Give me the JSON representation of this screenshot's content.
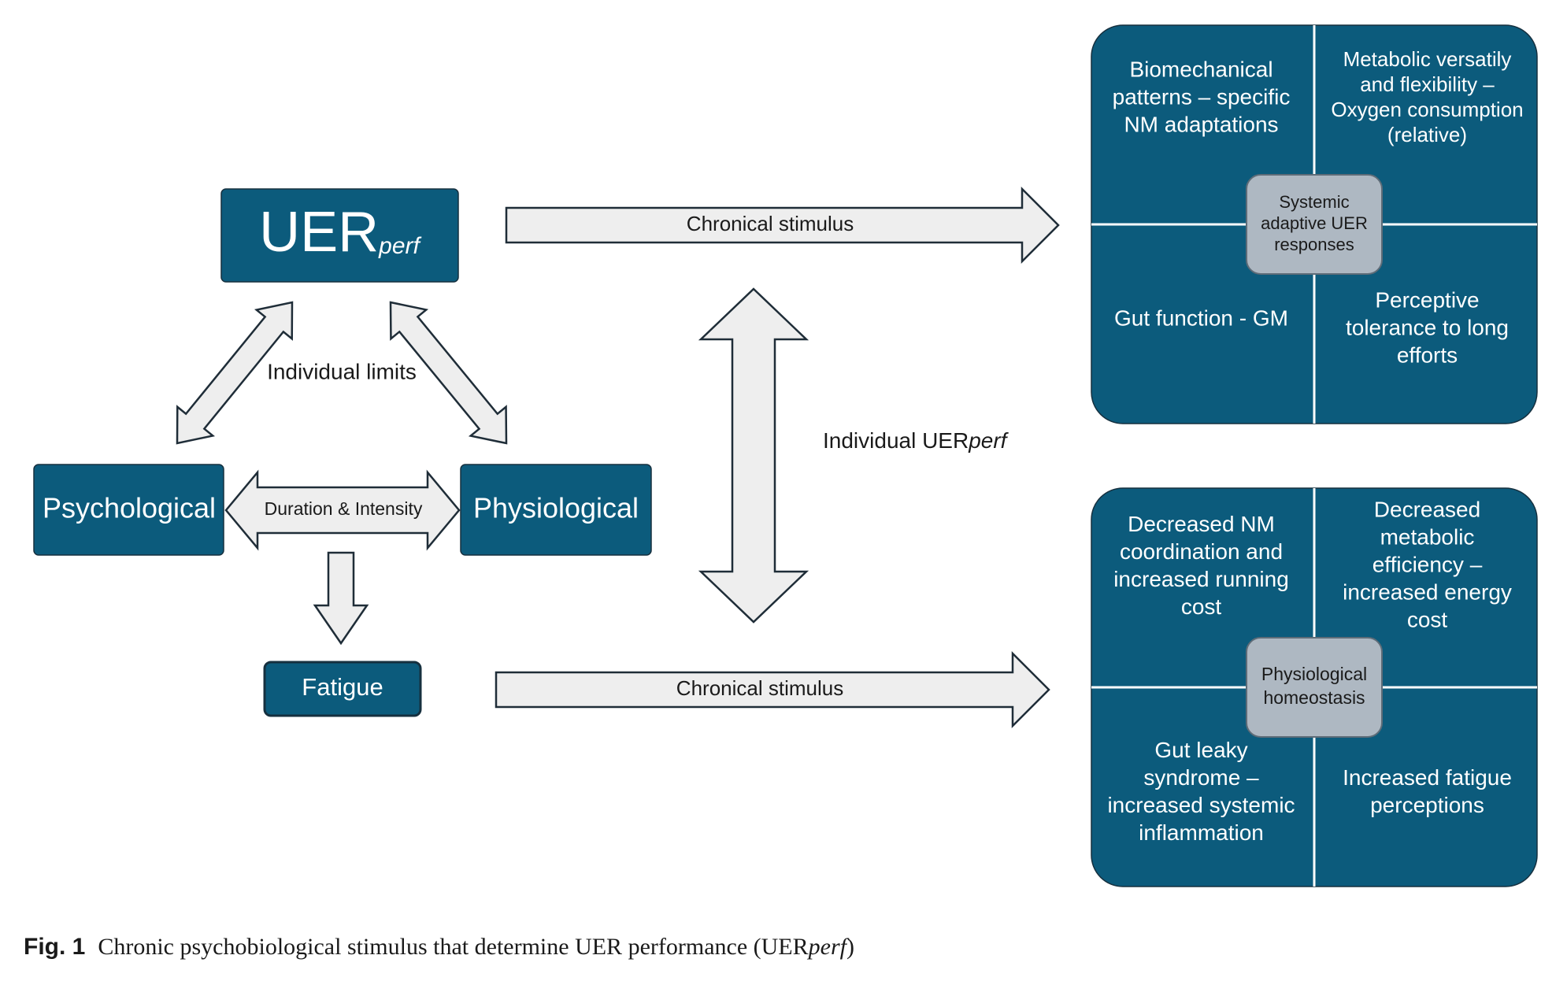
{
  "colors": {
    "box_fill": "#0c5b7c",
    "box_stroke": "#16303f",
    "box_text": "#ffffff",
    "center_fill": "#aeb8c2",
    "center_stroke": "#5e6c78",
    "arrow_fill": "#eeeeee",
    "arrow_stroke": "#1f2d38",
    "divider": "#ffffff",
    "label_text": "#1a1a1a"
  },
  "nodes": {
    "uer_main": "UER",
    "uer_sub": "perf",
    "psychological": "Psychological",
    "physiological": "Physiological",
    "fatigue": "Fatigue"
  },
  "labels": {
    "individual_limits": "Individual limits",
    "duration_intensity": "Duration & Intensity",
    "chronical_top": "Chronical stimulus",
    "chronical_bottom": "Chronical stimulus",
    "individual_uer_prefix": "Individual UER",
    "individual_uer_italic": "perf"
  },
  "panel_top": {
    "center": [
      "Systemic",
      "adaptive UER",
      "responses"
    ],
    "top_left": [
      "Biomechanical",
      "patterns – specific",
      "NM adaptations"
    ],
    "top_right": [
      "Metabolic versatily",
      "and flexibility –",
      "Oxygen consumption",
      "(relative)"
    ],
    "bottom_left": [
      "Gut function - GM"
    ],
    "bottom_right": [
      "Perceptive",
      "tolerance to long",
      "efforts"
    ]
  },
  "panel_bottom": {
    "center": [
      "Physiological",
      "homeostasis"
    ],
    "top_left": [
      "Decreased NM",
      "coordination and",
      "increased running",
      "cost"
    ],
    "top_right": [
      "Decreased",
      "metabolic",
      "efficiency –",
      "increased energy",
      "cost"
    ],
    "bottom_left": [
      "Gut leaky",
      "syndrome –",
      "increased systemic",
      "inflammation"
    ],
    "bottom_right": [
      "Increased fatigue",
      "perceptions"
    ]
  },
  "caption": {
    "label": "Fig. 1",
    "text": "Chronic psychobiological stimulus that determine UER performance (UER",
    "italic": "perf",
    "end": ")"
  }
}
